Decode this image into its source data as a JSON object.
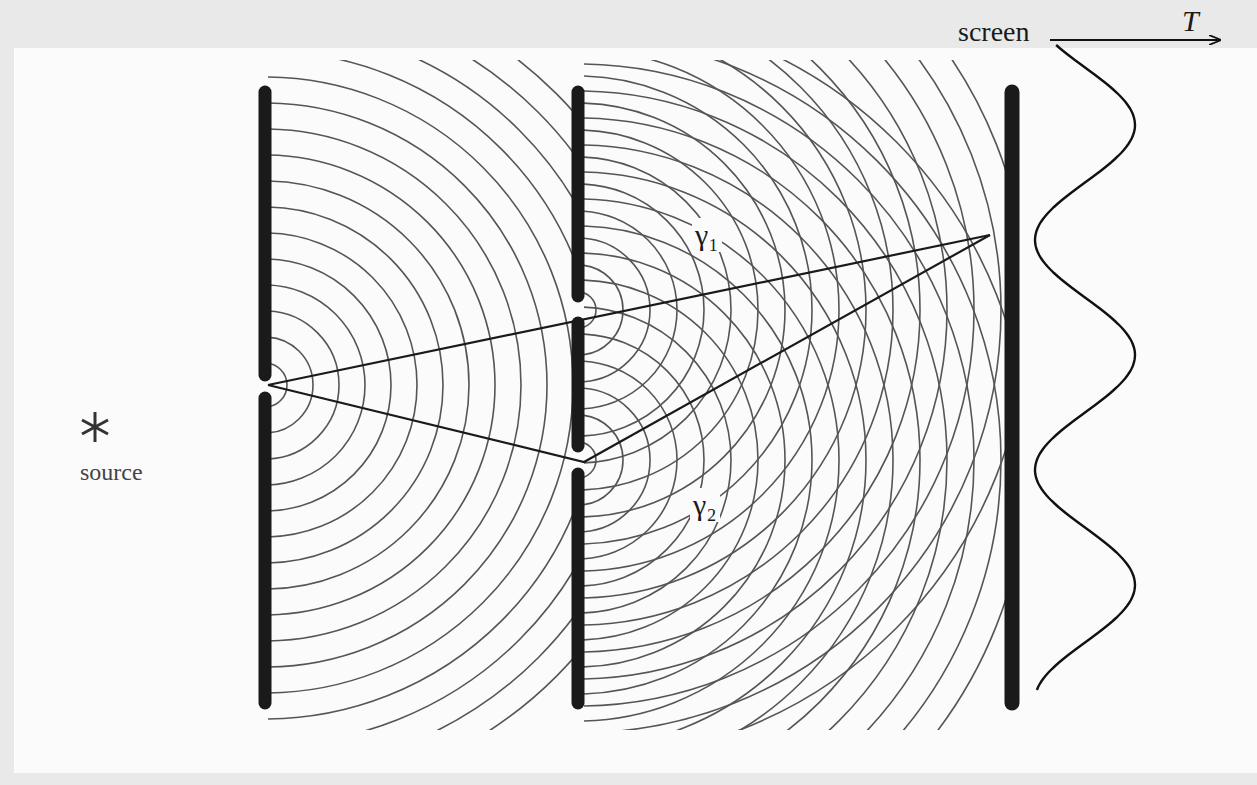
{
  "diagram": {
    "labels": [
      "screen",
      "T",
      "source",
      "γ₁",
      "γ₂"
    ]
  }
}
